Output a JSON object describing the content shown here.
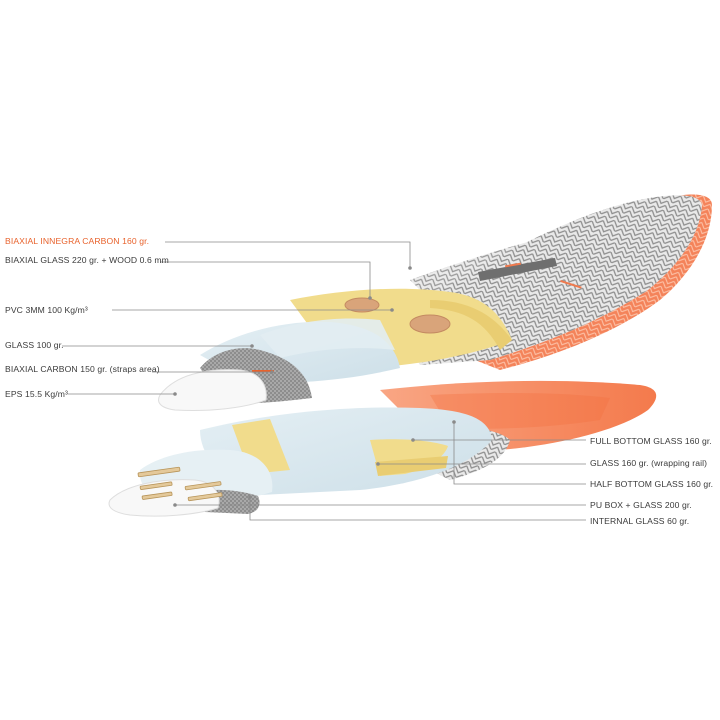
{
  "labels_left": [
    {
      "id": "l1",
      "text": "BIAXIAL INNEGRA CARBON 160 gr.",
      "highlight": true
    },
    {
      "id": "l2",
      "text": "BIAXIAL GLASS 220 gr. + WOOD 0.6 mm",
      "highlight": false
    },
    {
      "id": "l3",
      "text": "PVC 3MM 100 Kg/m³",
      "highlight": false
    },
    {
      "id": "l4",
      "text": "GLASS 100 gr.",
      "highlight": false
    },
    {
      "id": "l5",
      "text": "BIAXIAL CARBON 150 gr. (straps area)",
      "highlight": false
    },
    {
      "id": "l6",
      "text": "EPS 15.5 Kg/m³",
      "highlight": false
    }
  ],
  "labels_right": [
    {
      "id": "r1",
      "text": "FULL BOTTOM GLASS 160 gr."
    },
    {
      "id": "r2",
      "text": "GLASS 160 gr. (wrapping rail)"
    },
    {
      "id": "r3",
      "text": "HALF BOTTOM GLASS 160 gr."
    },
    {
      "id": "r4",
      "text": "PU BOX + GLASS 200 gr."
    },
    {
      "id": "r5",
      "text": "INTERNAL GLASS 60 gr."
    }
  ],
  "colors": {
    "accent_orange": "#f07a4e",
    "carbon_grey": "#9a9a9a",
    "glass_blue": "#d7e7ef",
    "pvc_yellow": "#f1dc8c",
    "eps_white": "#f8f8f8",
    "leader_line": "#8a8a8a",
    "highlight_label": "#e8622c"
  }
}
